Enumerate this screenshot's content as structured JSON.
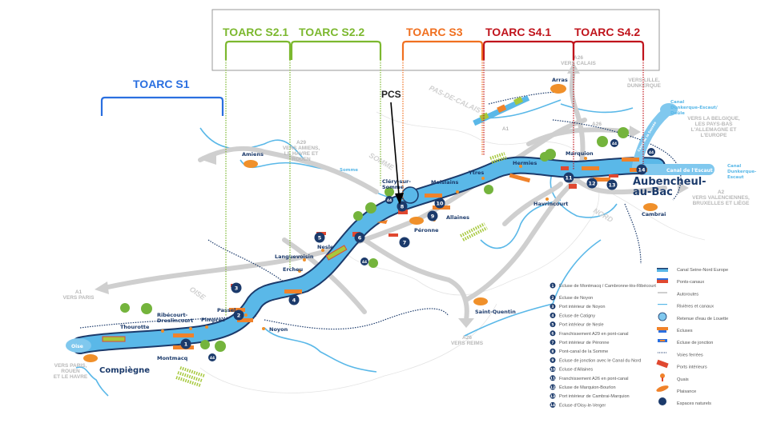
{
  "toarc": {
    "s1": "TOARC S1",
    "s21": "TOARC S2.1",
    "s22": "TOARC S2.2",
    "s3": "TOARC S3",
    "s41": "TOARC S4.1",
    "s42": "TOARC S4.2",
    "pcs": "PCS",
    "colors": {
      "s1": "#2a6fe0",
      "s2": "#7cb82f",
      "s3": "#f07020",
      "s4": "#c0141c"
    }
  },
  "cities": {
    "arras": "Arras",
    "marquion": "Marquion",
    "hermies": "Hermies",
    "ytres": "Ytres",
    "moislains": "Moislains",
    "clery1": "Cléry-sur-",
    "clery2": "Somme",
    "allaines": "Allaines",
    "peronne": "Péronne",
    "havrincourt": "Havrincourt",
    "cambrai": "Cambrai",
    "aubencheul1": "Aubencheul-",
    "aubencheul2": "au-Bac",
    "amiens": "Amiens",
    "nesle": "Nesle",
    "languevoisin": "Languevoisin",
    "ercheu": "Ercheu",
    "passel": "Passel",
    "noyon": "Noyon",
    "pimprez": "Pimprez",
    "ribecourt1": "Ribécourt-",
    "ribecourt2": "Dreslincourt",
    "thourotte": "Thourotte",
    "compiegne": "Compiègne",
    "montmacq": "Montmacq",
    "saint_quentin": "Saint-Quentin"
  },
  "waters": {
    "oise": "Oise",
    "somme": "Somme",
    "escaut": "Canal de l'Escaut",
    "dunk_deule1": "Canal",
    "dunk_deule2": "Dunkerque-Escaut/",
    "dunk_deule3": "Deûle",
    "dunk1": "Canal",
    "dunk2": "Dunkerque-",
    "dunk3": "Escaut",
    "sensee": "Canal de la Sensée"
  },
  "roads": {
    "a26_calais1": "A26",
    "a26_calais2": "VERS CALAIS",
    "lille1": "VERS LILLE,",
    "lille2": "DUNKERQUE",
    "belg1": "VERS LA BELGIQUE,",
    "belg2": "LES PAYS-BAS",
    "belg3": "L'ALLEMAGNE ET",
    "belg4": "L'EUROPE",
    "a2_1": "A2",
    "a2_2": "VERS VALENCIENNES,",
    "a2_3": "BRUXELLES ET LIÈGE",
    "a29_1": "A29",
    "a29_2": "VERS AMIENS,",
    "a29_3": "LE HAVRE ET",
    "a29_4": "ROUEN",
    "a1_1": "A1",
    "a1_2": "VERS PARIS",
    "vp1": "VERS PARIS,",
    "vp2": "ROUEN",
    "vp3": "ET LE HAVRE",
    "a26_reims1": "A26",
    "a26_reims2": "VERS REIMS",
    "a1": "A1",
    "a26": "A26"
  },
  "departments": {
    "pdc": "PAS-DE-CALAIS",
    "somme": "SOMME",
    "nord": "NORD",
    "oise": "OISE"
  },
  "markers": [
    "1",
    "2",
    "3",
    "4",
    "5",
    "6",
    "7",
    "8",
    "9",
    "10",
    "11",
    "12",
    "13",
    "14"
  ],
  "nature_badge": "44",
  "legend_numbered": [
    "Écluse de Montmacq / Cambronne-lès-Ribécourt",
    "Écluse de Noyon",
    "Port intérieur de Noyon",
    "Écluse de Catigny",
    "Port intérieur de Nesle",
    "Franchissement A29 en pont-canal",
    "Port intérieur de Péronne",
    "Pont-canal de la Somme",
    "Écluse de jonction avec le Canal du Nord",
    "Écluse d'Allaines",
    "Franchissement A26 en pont-canal",
    "Écluse de Marquion-Bourlon",
    "Port intérieur de Cambrai-Marquion",
    "Écluse d'Oisy-le-Verger"
  ],
  "legend_symbols": [
    "Canal Seine-Nord Europe",
    "Ponts-canaux",
    "Autoroutes",
    "Rivières et canaux",
    "Retenue d'eau de Louette",
    "Écluses",
    "Écluse de jonction",
    "Voies ferrées",
    "Ports intérieurs",
    "Quais",
    "Plaisance",
    "Espaces naturels"
  ]
}
